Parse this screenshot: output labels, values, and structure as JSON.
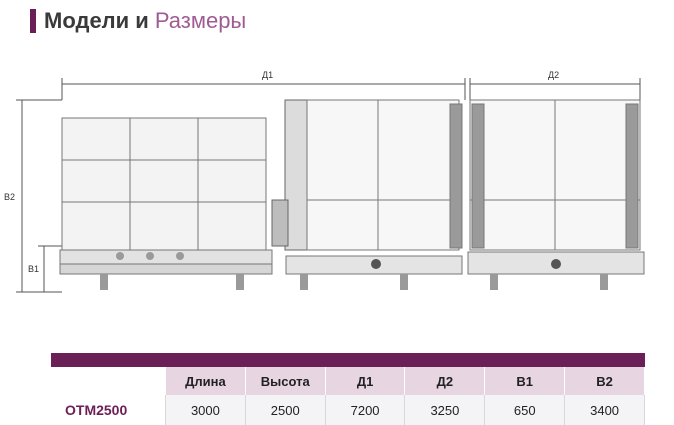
{
  "colors": {
    "brand": "#6b1f57",
    "accent": "#a05b92",
    "header_row": "#e7d6e2",
    "line": "#555555"
  },
  "header": {
    "title_bold": "Модели и",
    "title_light": "Размеры"
  },
  "drawing": {
    "label_d1": "Д1",
    "label_d2": "Д2",
    "label_b1": "В1",
    "label_b2": "В2"
  },
  "table": {
    "columns": [
      "",
      "Длина",
      "Высота",
      "Д1",
      "Д2",
      "В1",
      "В2"
    ],
    "rows": [
      {
        "model": "ОТМ2500",
        "values": [
          "3000",
          "2500",
          "7200",
          "3250",
          "650",
          "3400"
        ]
      }
    ]
  }
}
